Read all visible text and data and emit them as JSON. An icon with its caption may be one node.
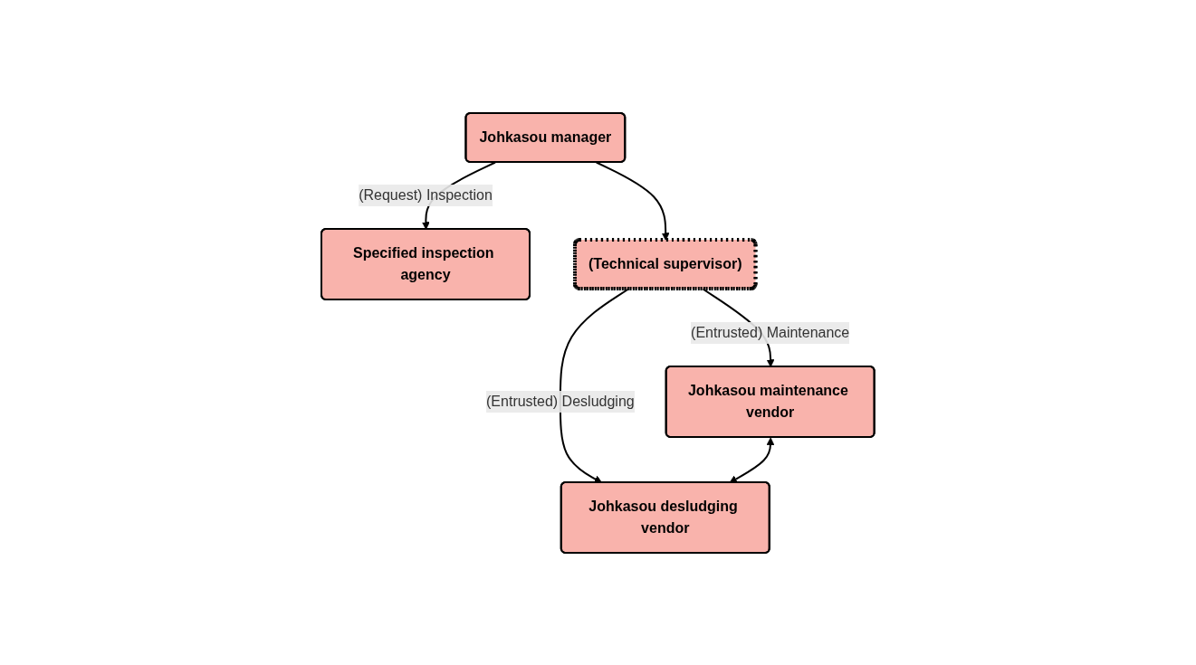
{
  "diagram": {
    "nodes": [
      {
        "text": [
          "Johkasou manager"
        ]
      },
      {
        "text": [
          "Specified inspection agency"
        ]
      },
      {
        "text": [
          "(Technical supervisor)"
        ]
      },
      {
        "text": [
          "Johkasou maintenance vendor"
        ]
      },
      {
        "text": [
          "Johkasou desludging vendor"
        ]
      }
    ],
    "edges": [
      {
        "from": 0,
        "to": 1,
        "arrow": "to",
        "label": "(Request) Inspection"
      },
      {
        "from": 0,
        "to": 2,
        "arrow": "to"
      },
      {
        "from": 2,
        "to": 3,
        "arrow": "to",
        "label": "(Entrusted) Maintenance"
      },
      {
        "from": 2,
        "to": 4,
        "arrow": "to",
        "label": "(Entrusted) Desludging"
      },
      {
        "from": 3,
        "to": 4,
        "arrow": "both"
      }
    ]
  }
}
